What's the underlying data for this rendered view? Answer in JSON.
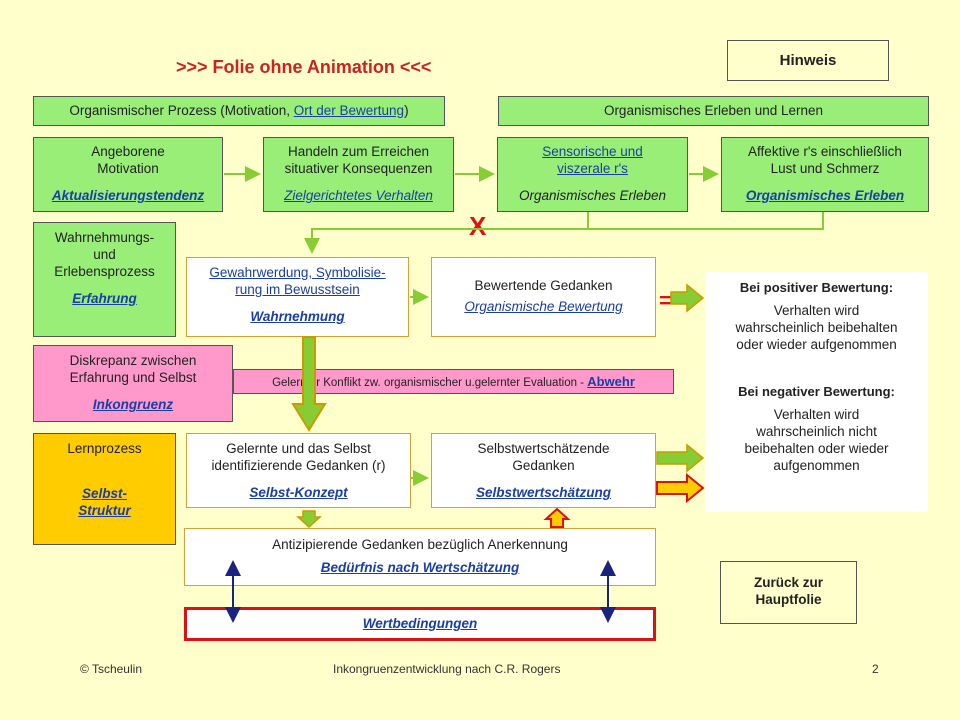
{
  "title": ">>>   Folie ohne Animation  <<<",
  "hinweis": "Hinweis",
  "header_left": {
    "text": "Organismischer Prozess (Motivation, ",
    "link": "Ort der Bewertung",
    "close": ")"
  },
  "header_right": "Organismisches Erleben und Lernen",
  "row1": {
    "b1": {
      "l1": "Angeborene",
      "l2": "Motivation",
      "link": "Aktualisierungstendenz"
    },
    "b2": {
      "l1": "Handeln zum Erreichen",
      "l2": "situativer Konsequenzen",
      "link": "Zielgerichtetes Verhalten"
    },
    "b3": {
      "l1": "Sensorische und",
      "l2": "viszerale r's",
      "sub": "Organismisches Erleben"
    },
    "b4": {
      "l1": "Affektive r's einschließlich",
      "l2": "Lust und Schmerz",
      "link": "Organismisches Erleben"
    }
  },
  "x_mark": "X",
  "eq_mark": "=",
  "wahrnehmungs": {
    "l1": "Wahrnehmungs-",
    "l2": "und",
    "l3": "Erlebensprozess",
    "link": "Erfahrung"
  },
  "gewahr": {
    "l1": "Gewahrwerdung, Symbolisie-",
    "l2": "rung im Bewusstsein",
    "link": "Wahrnehmung"
  },
  "bewertende": {
    "l1": "Bewertende Gedanken",
    "link": "Organismische Bewertung"
  },
  "right_panel": {
    "pos_head": "Bei positiver Bewertung:",
    "pos_l1": "Verhalten wird",
    "pos_l2": "wahrscheinlich beibehalten",
    "pos_l3": "oder wieder aufgenommen",
    "neg_head": "Bei negativer Bewertung:",
    "neg_l1": "Verhalten wird",
    "neg_l2": "wahrscheinlich nicht",
    "neg_l3": "beibehalten oder wieder",
    "neg_l4": "aufgenommen"
  },
  "diskrepanz": {
    "l1": "Diskrepanz zwischen",
    "l2": "Erfahrung und Selbst",
    "link": "Inkongruenz"
  },
  "konflikt": {
    "text": "Gelernter Konflikt zw. organismischer u.gelernter Evaluation - ",
    "link": "Abwehr"
  },
  "lernprozess": {
    "l1": "Lernprozess",
    "link1": "Selbst-",
    "link2": "Struktur"
  },
  "gelernte": {
    "l1": "Gelernte und das Selbst",
    "l2": "identifizierende Gedanken (r)",
    "link": "Selbst-Konzept"
  },
  "selbstwert": {
    "l1": "Selbstwertschätzende",
    "l2": "Gedanken",
    "link": "Selbstwertschätzung"
  },
  "antizip": {
    "l1": "Antizipierende Gedanken bezüglich Anerkennung",
    "link": "Bedürfnis nach Wertschätzung"
  },
  "wertbed": {
    "link": "Wertbedingungen"
  },
  "zurueck": {
    "l1": "Zurück zur",
    "l2": "Hauptfolie"
  },
  "footer": {
    "left": "© Tscheulin",
    "center": "Inkongruenzentwicklung  nach C.R. Rogers",
    "right": "2"
  },
  "colors": {
    "green_box": "#99ee77",
    "pink_box": "#ff99cc",
    "orange_box": "#ffcc00",
    "title_red": "#cc2222",
    "link_blue": "#1a3ea8",
    "background": "#ffffcc"
  }
}
